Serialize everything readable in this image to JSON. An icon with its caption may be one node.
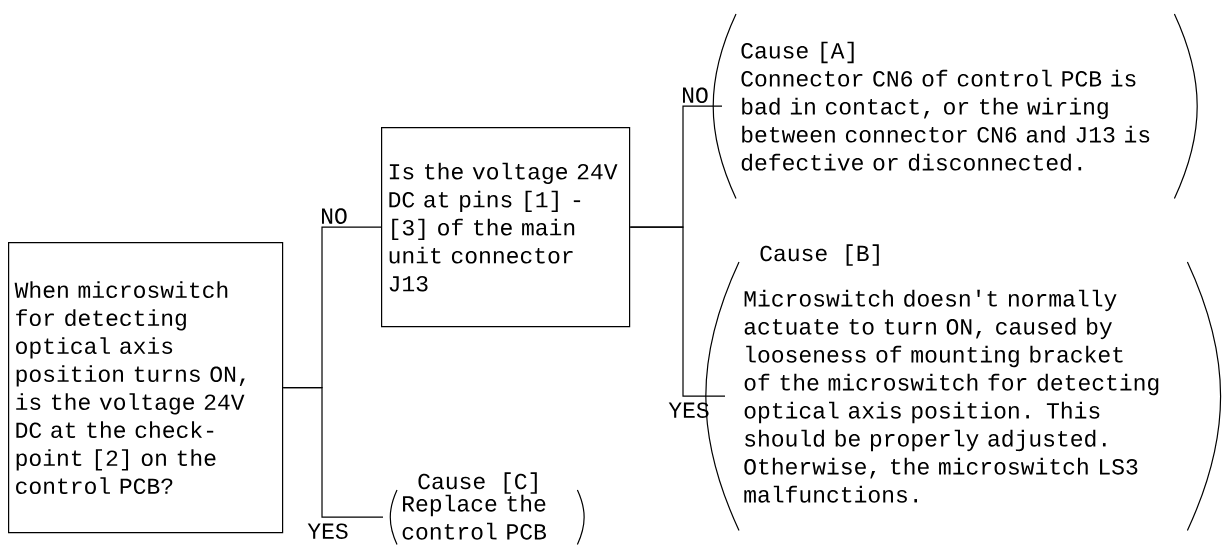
{
  "diagram": {
    "nodes": [
      {
        "text": [
          "When microswitch for detecting optical axis position turns ON, is the voltage 24V DC at the check-point [2] on the control PCB?"
        ]
      },
      {
        "text": [
          "Is the voltage 24V DC at pins [1] - [3] of the main unit connector J13"
        ]
      },
      {
        "text": [
          "Cause [A]",
          "Connector CN6 of control PCB is bad in contact, or the wiring between connector CN6 and J13 is defective or disconnected."
        ]
      },
      {
        "text": [
          "Cause [B]",
          "Microswitch doesn't normally actuate to turn ON, caused by looseness of mounting bracket of the microswitch for detecting optical axis position. This should be properly adjusted. Otherwise, the microswitch LS3 malfunctions."
        ]
      },
      {
        "text": [
          "Cause [C]",
          "Replace the control PCB"
        ]
      }
    ],
    "edges": [
      {
        "from": 0,
        "to": 1,
        "arrow": "none",
        "label": "NO"
      },
      {
        "from": 0,
        "to": 4,
        "arrow": "none",
        "label": "YES"
      },
      {
        "from": 1,
        "to": 2,
        "arrow": "none",
        "label": "NO"
      },
      {
        "from": 1,
        "to": 3,
        "arrow": "none",
        "label": "YES"
      }
    ]
  }
}
